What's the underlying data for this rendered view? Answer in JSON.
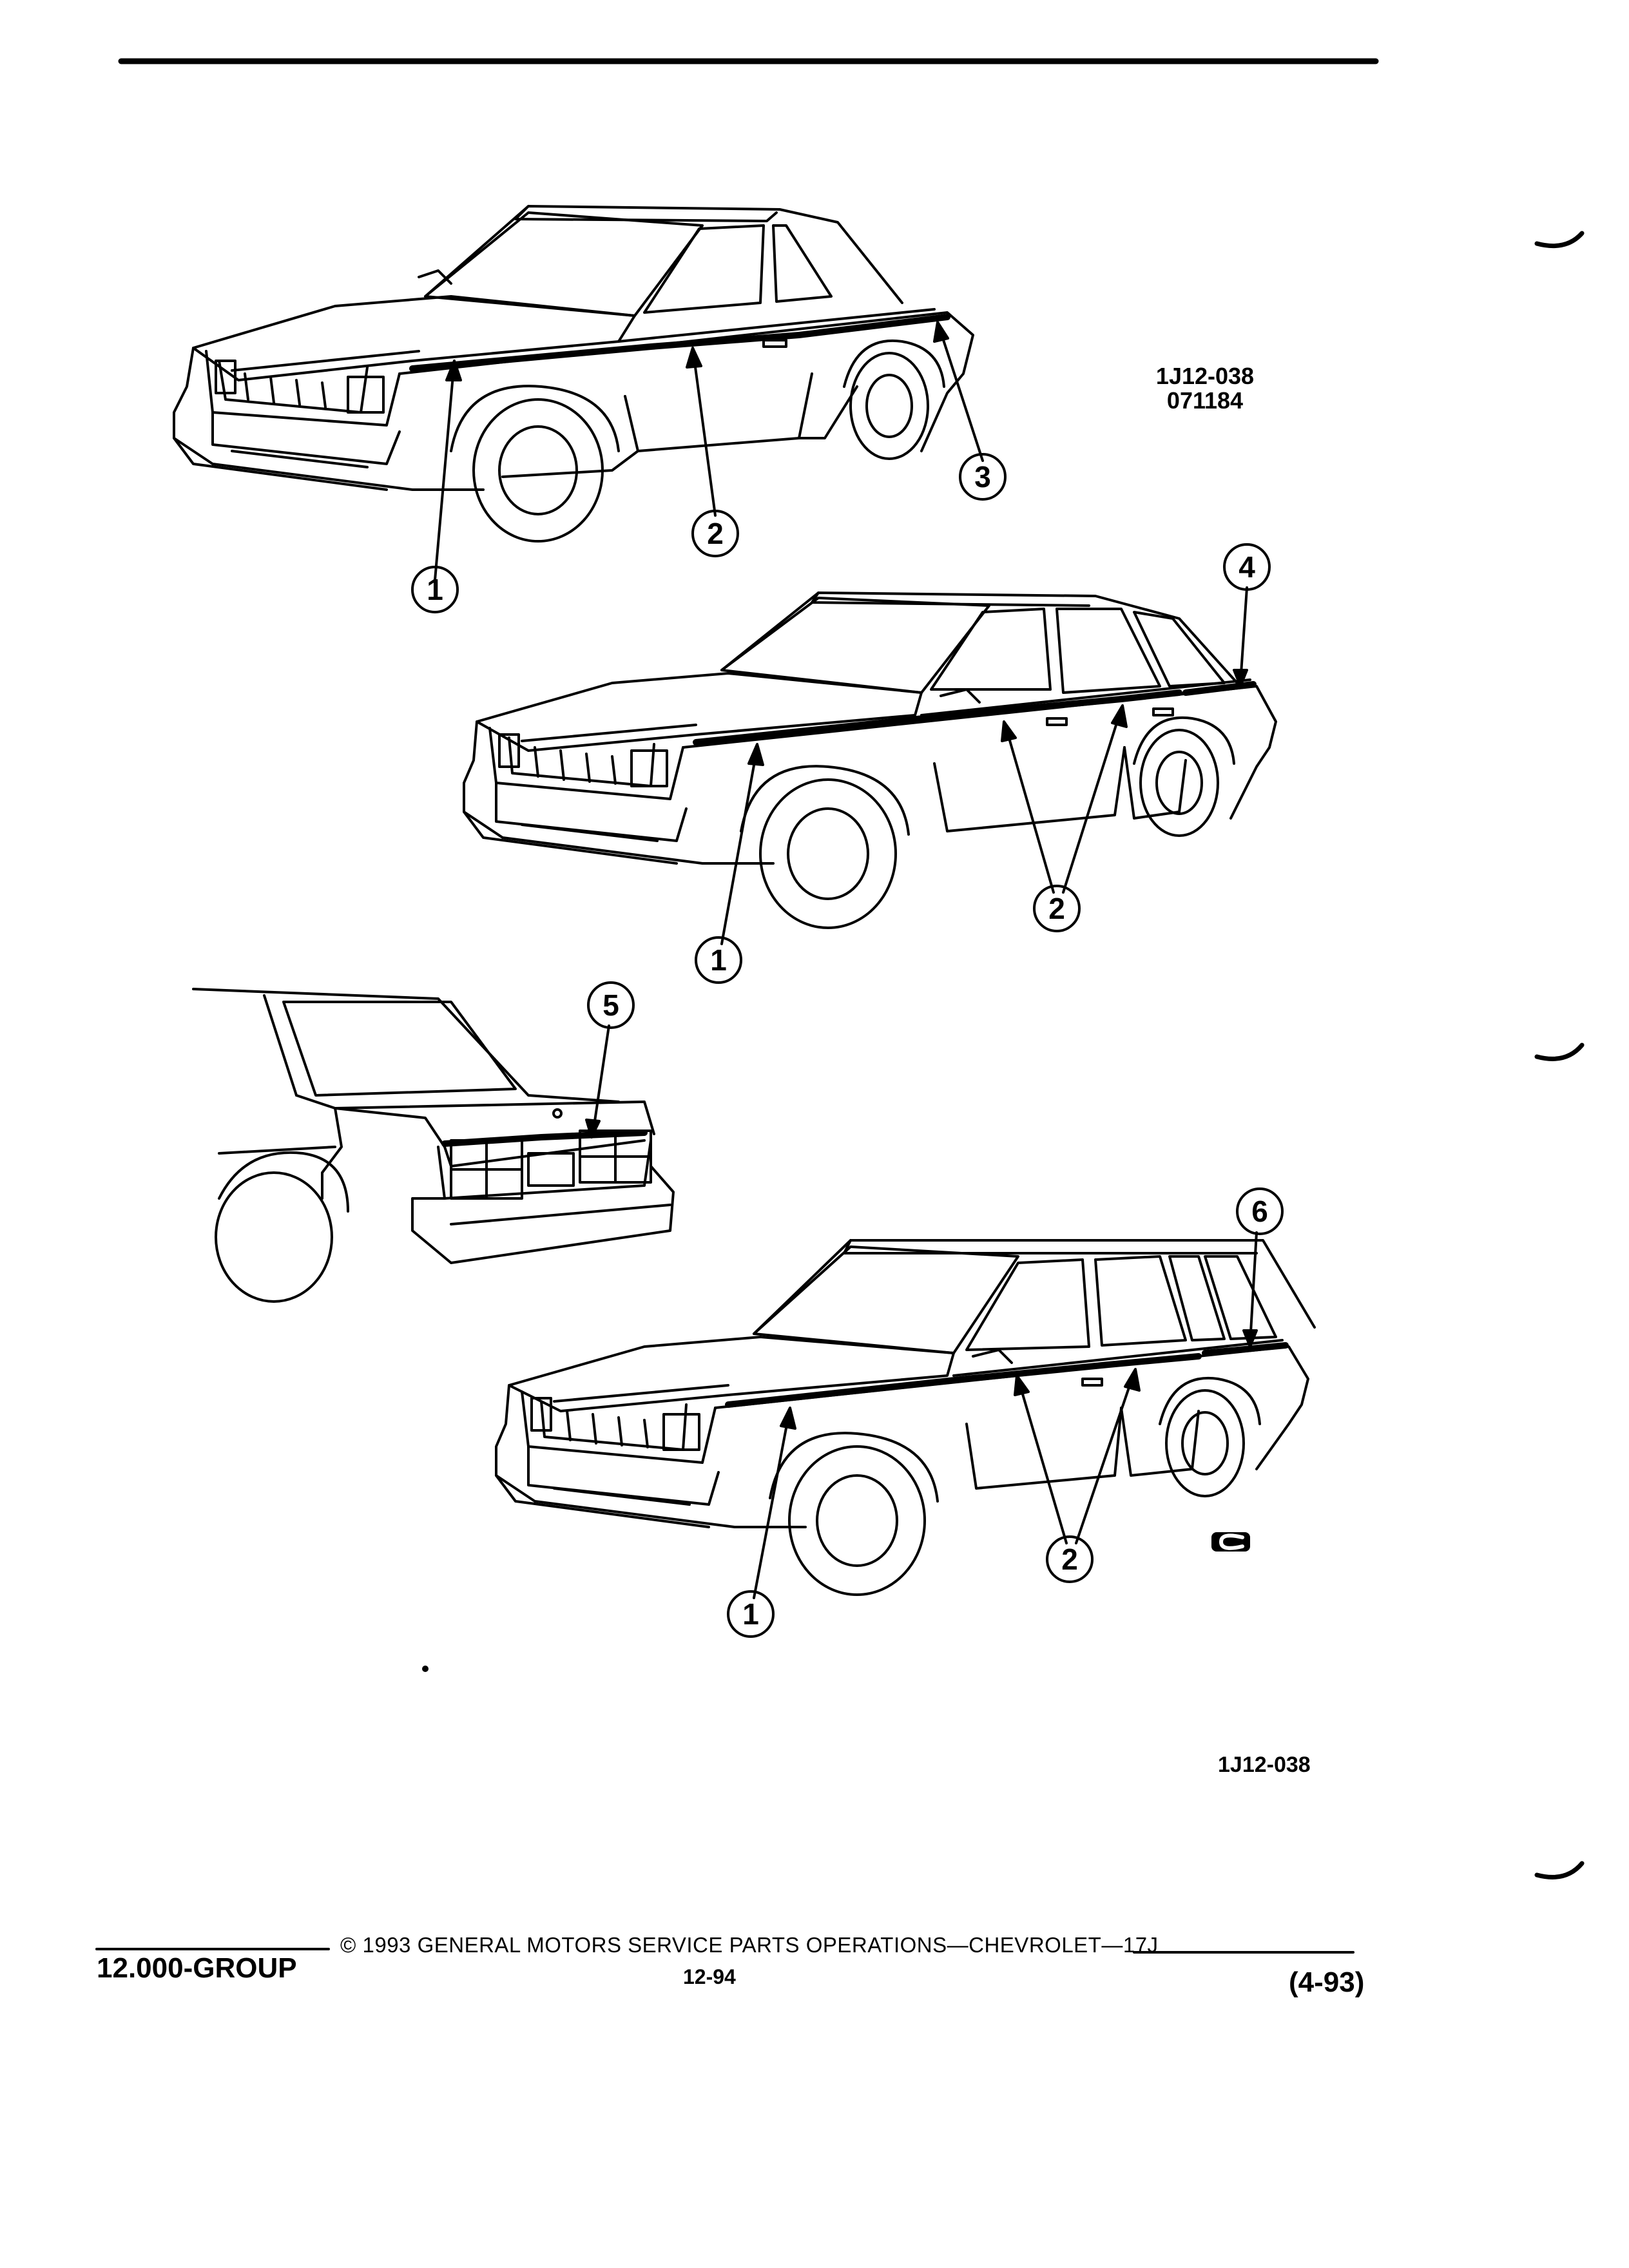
{
  "figure": {
    "ref_top_line1": "1J12-038",
    "ref_top_line2": "071184",
    "ref_bottom": "1J12-038",
    "logo_mark": "GM C logo"
  },
  "callouts": {
    "coupe": [
      "1",
      "2",
      "3"
    ],
    "sedan": [
      "4",
      "1",
      "2"
    ],
    "rear": [
      "5"
    ],
    "wagon": [
      "6",
      "1",
      "2"
    ]
  },
  "footer": {
    "group": "12.000-GROUP",
    "copyright": "© 1993 GENERAL MOTORS SERVICE PARTS OPERATIONS—CHEVROLET—17J",
    "page_number": "12-94",
    "revision": "(4-93)"
  },
  "colors": {
    "ink": "#000000",
    "paper": "#ffffff"
  }
}
